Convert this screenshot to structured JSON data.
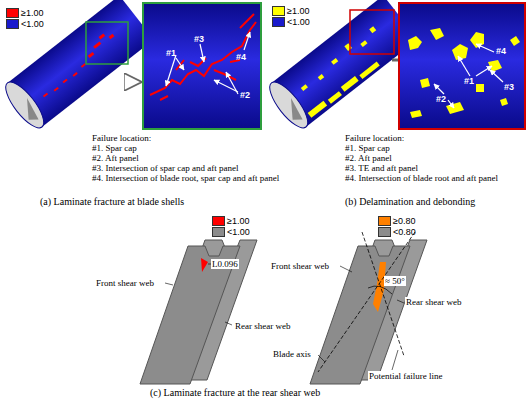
{
  "diagram": {
    "labels": [
      "Failure location:",
      "#1. Spar cap",
      "#2. Aft panel",
      "#3. Intersection of spar cap and aft panel",
      "#4. Intersection of blade root, spar cap and aft panel",
      "(a) Laminate fracture at blade shells",
      "#1",
      "#3",
      "#4",
      "#2",
      "Failure location:",
      "#1. Spar cap",
      "#2. Aft panel",
      "#3. TE and aft panel",
      "#4. Intersection of blade root and aft panel",
      "(b) Delamination and debonding",
      "#4",
      "#1",
      "#3",
      "#2",
      "Front shear web",
      "L0.096",
      "Rear shear web",
      "Front shear web",
      "Rear shear web",
      "≈ 50°",
      "Blade axis",
      "Potential failure line",
      "(c) Laminate fracture at the rear shear web"
    ],
    "legend": [
      {
        "text": "≥1.00",
        "color": "#ff0000"
      },
      {
        "text": "<1.00",
        "color": "#1a1acc"
      },
      {
        "text": "≥1.00",
        "color": "#ffff00"
      },
      {
        "text": "<1.00",
        "color": "#1a1acc"
      },
      {
        "text": "≥1.00",
        "color": "#ff0000"
      },
      {
        "text": "<1.00",
        "color": "#8c8c8c"
      },
      {
        "text": "≥0.80",
        "color": "#ff8000"
      },
      {
        "text": "<0.80",
        "color": "#8c8c8c"
      }
    ]
  }
}
